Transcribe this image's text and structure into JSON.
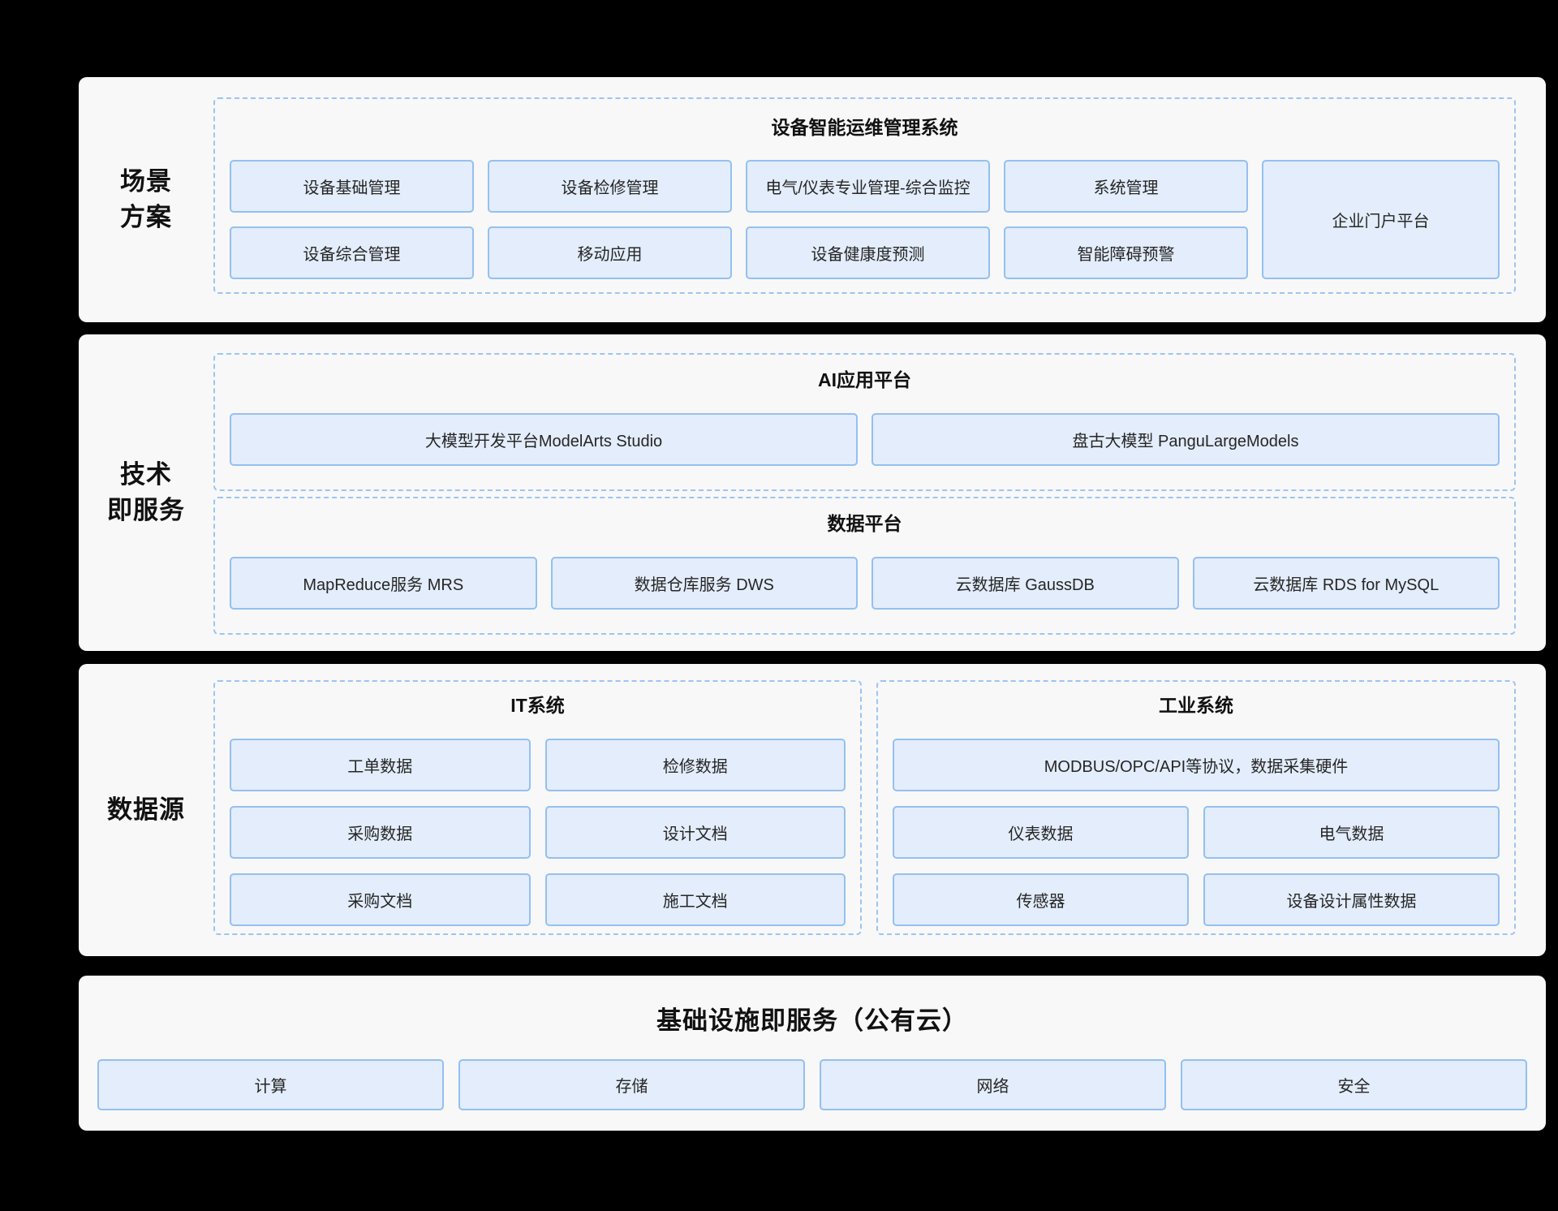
{
  "colors": {
    "background": "#000000",
    "panel_bg": "#f8f8f9",
    "box_fill": "#e3edfb",
    "box_border": "#94c0f0",
    "dashed_border": "#9cc5f1",
    "text": "#262626"
  },
  "scene": {
    "label_line1": "场景",
    "label_line2": "方案",
    "group_title": "设备智能运维管理系统",
    "row1": [
      "设备基础管理",
      "设备检修管理",
      "电气/仪表专业管理-综合监控",
      "系统管理"
    ],
    "row2": [
      "设备综合管理",
      "移动应用",
      "设备健康度预测",
      "智能障碍预警"
    ],
    "side_box": "企业门户平台"
  },
  "tech": {
    "label_line1": "技术",
    "label_line2": "即服务",
    "ai": {
      "title": "AI应用平台",
      "boxes": [
        "大模型开发平台ModelArts Studio",
        "盘古大模型 PanguLargeModels"
      ]
    },
    "dataplat": {
      "title": "数据平台",
      "boxes": [
        "MapReduce服务 MRS",
        "数据仓库服务 DWS",
        "云数据库 GaussDB",
        "云数据库 RDS for MySQL"
      ]
    }
  },
  "datasource": {
    "label": "数据源",
    "it": {
      "title": "IT系统",
      "rows": [
        [
          "工单数据",
          "检修数据"
        ],
        [
          "采购数据",
          "设计文档"
        ],
        [
          "采购文档",
          "施工文档"
        ]
      ]
    },
    "industrial": {
      "title": "工业系统",
      "full_box": "MODBUS/OPC/API等协议，数据采集硬件",
      "rows": [
        [
          "仪表数据",
          "电气数据"
        ],
        [
          "传感器",
          "设备设计属性数据"
        ]
      ]
    }
  },
  "iaas": {
    "title": "基础设施即服务（公有云）",
    "boxes": [
      "计算",
      "存储",
      "网络",
      "安全"
    ]
  }
}
